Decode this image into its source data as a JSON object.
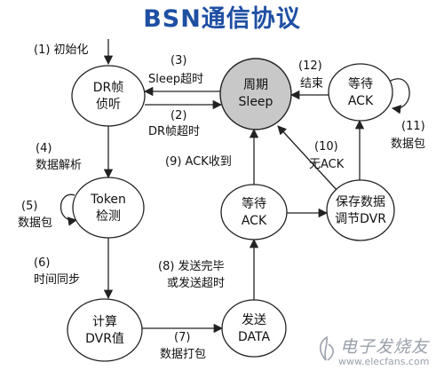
{
  "title": "BSN通信协议",
  "nodes": {
    "dr_listen": [
      "DR帧",
      "侦听"
    ],
    "sleep": [
      "周期",
      "Sleep"
    ],
    "wait_ack_top": [
      "等待",
      "ACK"
    ],
    "token": [
      "Token",
      "检测"
    ],
    "wait_ack_mid": [
      "等待",
      "ACK"
    ],
    "save_data": [
      "保存数据",
      "调节DVR"
    ],
    "calc_dvr": [
      "计算",
      "DVR值"
    ],
    "send_data": [
      "发送",
      "DATA"
    ]
  },
  "edges": {
    "e1": [
      "(1) 初始化"
    ],
    "e2": [
      "(2)",
      "DR帧超时"
    ],
    "e3": [
      "(3)",
      "Sleep超时"
    ],
    "e4": [
      "(4)",
      "数据解析"
    ],
    "e5": [
      "(5)",
      "数据包"
    ],
    "e6": [
      "(6)",
      "时间同步"
    ],
    "e7": [
      "(7)",
      "数据打包"
    ],
    "e8": [
      "(8) 发送完毕",
      "或发送超时"
    ],
    "e9": [
      "(9) ACK收到"
    ],
    "e10": [
      "(10)",
      "无ACK"
    ],
    "e11": [
      "(11)",
      "数据包"
    ],
    "e12": [
      "(12)",
      "结束"
    ]
  },
  "watermark": {
    "name": "电子发烧友",
    "url": "www.elecfans.com"
  }
}
